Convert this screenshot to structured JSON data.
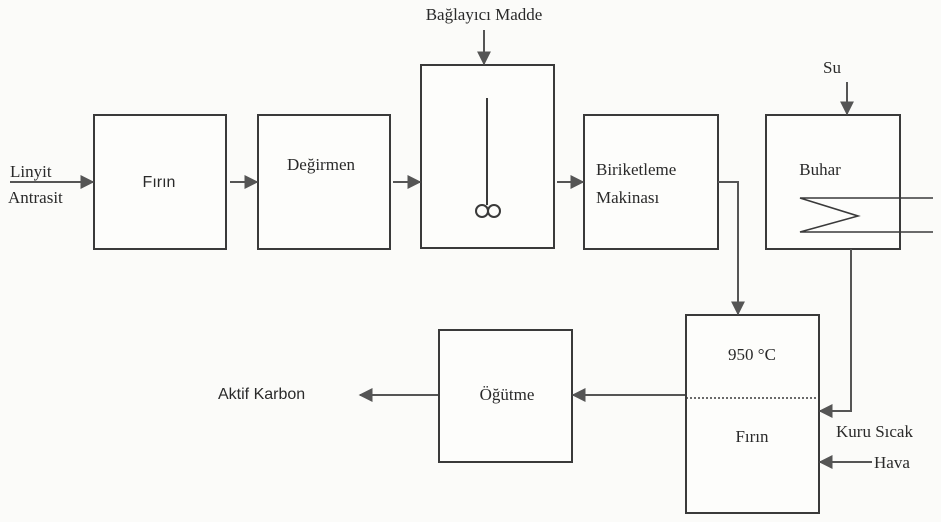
{
  "labels": {
    "binder": "Bağlayıcı Madde",
    "water": "Su",
    "input_line1": "Linyit",
    "input_line2": "Antrasit",
    "furnace1": "Fırın",
    "mill": "Değirmen",
    "briquette_line1": "Biriketleme",
    "briquette_line2": "Makinası",
    "steam": "Buhar",
    "temperature": "950 °C",
    "furnace2": "Fırın",
    "grinding": "Öğütme",
    "output": "Aktif Karbon",
    "hot_dry": "Kuru Sıcak",
    "air": "Hava"
  },
  "colors": {
    "stroke": "#3a3a3a",
    "box_fill": "#fdfdfb",
    "arrow": "#555555",
    "background": "#fbfbf9"
  }
}
